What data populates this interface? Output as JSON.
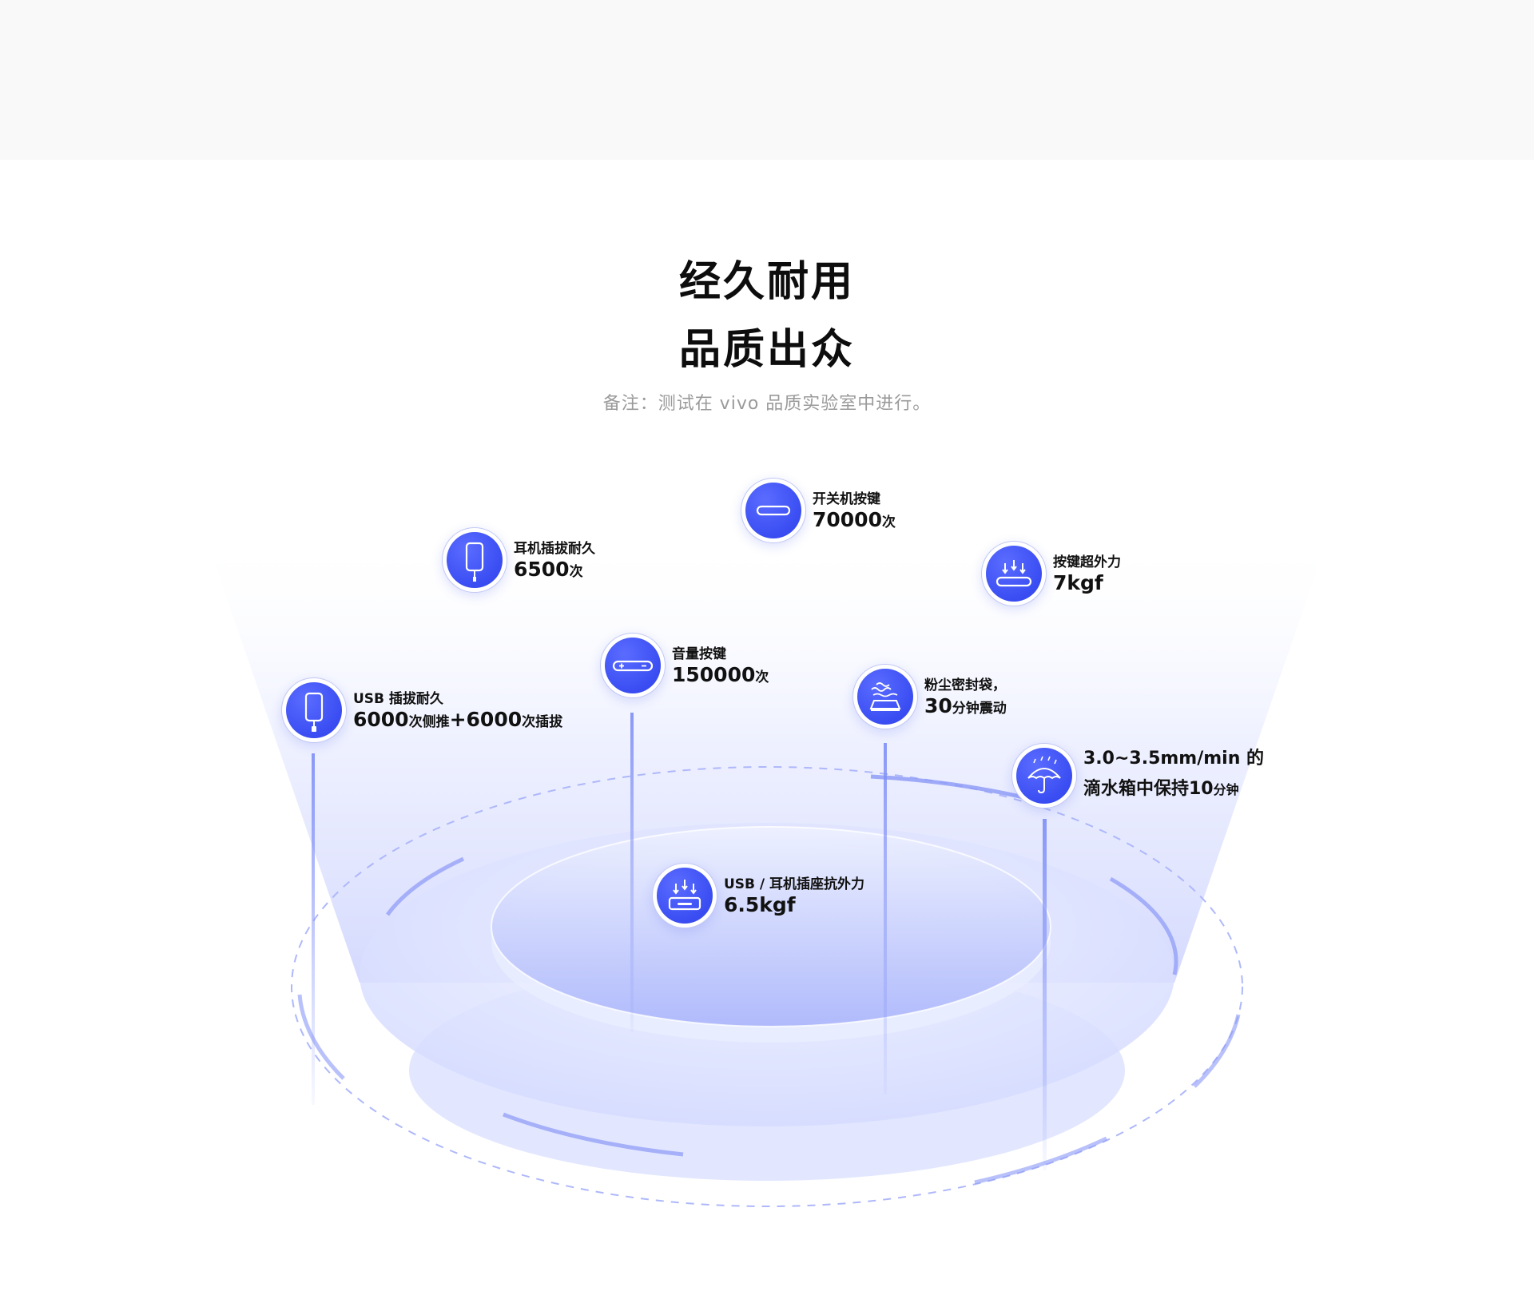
{
  "heading": {
    "line1": "经久耐用",
    "line2": "品质出众",
    "note": "备注：测试在 vivo 品质实验室中进行。"
  },
  "colors": {
    "accent": "#3a4df2",
    "light_blue": "#c3c8f5",
    "top_band": "#f9f9fa",
    "note_gray": "#9a9a9a"
  },
  "features": [
    {
      "key": "power",
      "icon": "power-button-icon",
      "title": "开关机按键",
      "value": "70000",
      "unit": "次"
    },
    {
      "key": "earphone",
      "icon": "phone-plug-icon",
      "title": "耳机插拔耐久",
      "value": "6500",
      "unit": "次"
    },
    {
      "key": "press",
      "icon": "pressure-button-icon",
      "title": "按键超外力",
      "value": "7kgf",
      "unit": ""
    },
    {
      "key": "volume",
      "icon": "volume-button-icon",
      "title": "音量按键",
      "value": "150000",
      "unit": "次"
    },
    {
      "key": "usb",
      "icon": "phone-plug-icon",
      "title": "USB 插拔耐久",
      "value": "6000",
      "unit": "次侧推",
      "value2": "+6000",
      "unit2": "次插拔"
    },
    {
      "key": "dust",
      "icon": "dust-bag-icon",
      "title": "粉尘密封袋，",
      "value": "30",
      "unit": "分钟震动"
    },
    {
      "key": "drip",
      "icon": "umbrella-rain-icon",
      "title": "3.0~3.5mm/min 的",
      "value": "滴水箱中保持10",
      "unit": "分钟"
    },
    {
      "key": "port",
      "icon": "port-pressure-icon",
      "title": "USB / 耳机插座抗外力",
      "value": "6.5kgf",
      "unit": ""
    }
  ]
}
